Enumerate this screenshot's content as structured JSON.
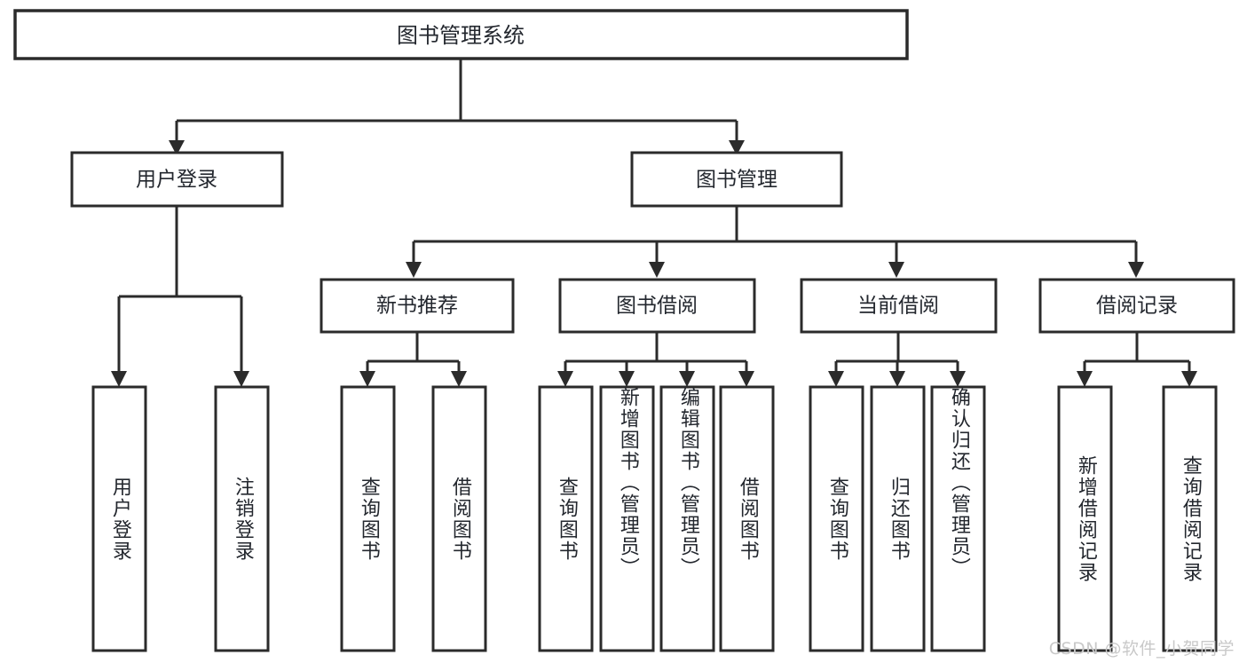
{
  "diagram": {
    "type": "tree",
    "title": "图书管理系统",
    "watermark": "CSDN @软件_小贺同学",
    "colors": {
      "stroke": "#2b2b2b",
      "fill": "#ffffff",
      "text": "#23272e",
      "watermark": "#c9c9c9"
    },
    "root": {
      "label": "图书管理系统"
    },
    "level2": [
      {
        "label": "用户登录"
      },
      {
        "label": "图书管理"
      }
    ],
    "level3": [
      {
        "label": "新书推荐"
      },
      {
        "label": "图书借阅"
      },
      {
        "label": "当前借阅"
      },
      {
        "label": "借阅记录"
      }
    ],
    "leaves": {
      "user_login": [
        {
          "label": "用户登录"
        },
        {
          "label": "注销登录"
        }
      ],
      "new_book_recommend": [
        {
          "label": "查询图书"
        },
        {
          "label": "借阅图书"
        }
      ],
      "book_borrow": [
        {
          "label": "查询图书"
        },
        {
          "label": "新增图书（管理员）"
        },
        {
          "label": "编辑图书（管理员）"
        },
        {
          "label": "借阅图书"
        }
      ],
      "current_borrow": [
        {
          "label": "查询图书"
        },
        {
          "label": "归还图书"
        },
        {
          "label": "确认归还（管理员）"
        }
      ],
      "borrow_record": [
        {
          "label": "新增借阅记录"
        },
        {
          "label": "查询借阅记录"
        }
      ]
    }
  }
}
